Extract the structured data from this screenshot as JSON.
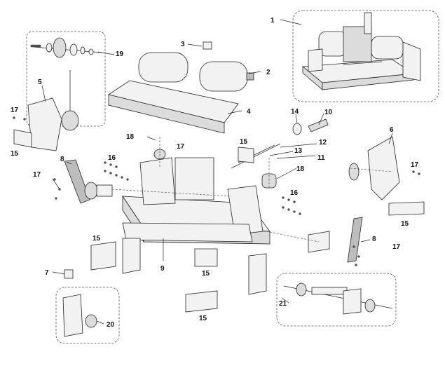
{
  "diagram": {
    "callouts": [
      {
        "id": "c1",
        "label": "1"
      },
      {
        "id": "c2",
        "label": "2"
      },
      {
        "id": "c3",
        "label": "3"
      },
      {
        "id": "c4",
        "label": "4"
      },
      {
        "id": "c5",
        "label": "5"
      },
      {
        "id": "c6",
        "label": "6"
      },
      {
        "id": "c7",
        "label": "7"
      },
      {
        "id": "c8a",
        "label": "8"
      },
      {
        "id": "c8b",
        "label": "8"
      },
      {
        "id": "c9",
        "label": "9"
      },
      {
        "id": "c10",
        "label": "10"
      },
      {
        "id": "c11",
        "label": "11"
      },
      {
        "id": "c12",
        "label": "12"
      },
      {
        "id": "c13",
        "label": "13"
      },
      {
        "id": "c14",
        "label": "14"
      },
      {
        "id": "c15a",
        "label": "15"
      },
      {
        "id": "c15b",
        "label": "15"
      },
      {
        "id": "c15c",
        "label": "15"
      },
      {
        "id": "c15d",
        "label": "15"
      },
      {
        "id": "c15e",
        "label": "15"
      },
      {
        "id": "c15f",
        "label": "15"
      },
      {
        "id": "c15g",
        "label": "15"
      },
      {
        "id": "c16a",
        "label": "16"
      },
      {
        "id": "c16b",
        "label": "16"
      },
      {
        "id": "c17a",
        "label": "17"
      },
      {
        "id": "c17b",
        "label": "17"
      },
      {
        "id": "c17c",
        "label": "17"
      },
      {
        "id": "c17d",
        "label": "17"
      },
      {
        "id": "c17e",
        "label": "17"
      },
      {
        "id": "c18a",
        "label": "18"
      },
      {
        "id": "c18b",
        "label": "18"
      },
      {
        "id": "c19",
        "label": "19"
      },
      {
        "id": "c20",
        "label": "20"
      },
      {
        "id": "c21",
        "label": "21"
      }
    ]
  }
}
